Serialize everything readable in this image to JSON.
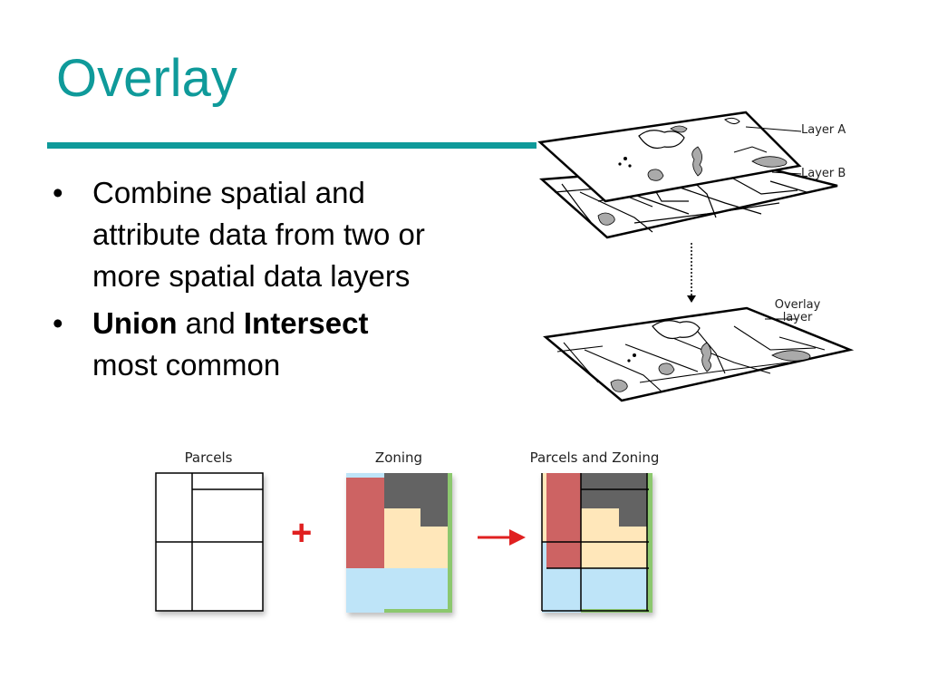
{
  "slide": {
    "title": "Overlay",
    "accent_color": "#0F9A9A",
    "bullets": [
      {
        "id": "b1",
        "parts": [
          {
            "text": "Combine spatial and attribute data from two or more spatial data layers",
            "bold": false
          }
        ]
      },
      {
        "id": "b2",
        "parts": [
          {
            "text": "Union",
            "bold": true
          },
          {
            "text": " and ",
            "bold": false
          },
          {
            "text": "Intersect",
            "bold": true
          },
          {
            "text": " most common",
            "bold": false
          }
        ]
      }
    ],
    "bullet_glyph": "•"
  },
  "overlay_diagram": {
    "layer_a_label": "Layer A",
    "layer_b_label": "Layer B",
    "overlay_label_line1": "Overlay",
    "overlay_label_line2": "layer"
  },
  "panels": {
    "parcels_caption": "Parcels",
    "zoning_caption": "Zoning",
    "result_caption": "Parcels and Zoning",
    "plus_symbol": "+",
    "operator_color": "#E02020",
    "zone_colors": {
      "residential_red": "#CD6464",
      "commercial_gray": "#646464",
      "mixed_beige": "#FFE7BA",
      "water_blue": "#BEE4F8",
      "edge_green": "#8CC86E"
    }
  }
}
